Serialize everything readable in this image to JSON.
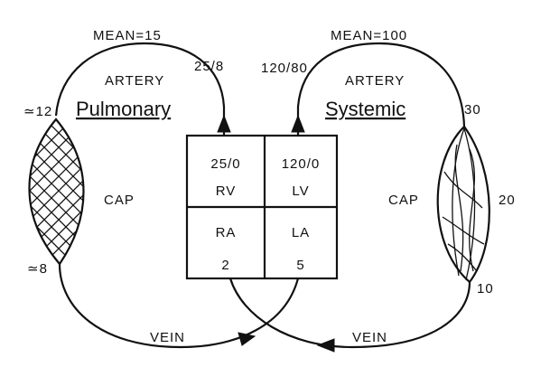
{
  "pulmonary": {
    "mean": "MEAN=15",
    "artery": "ARTERY",
    "name": "Pulmonary",
    "artery_pressure": "25/8",
    "cap_top_pressure": "≃12",
    "cap_label": "CAP",
    "cap_bottom_pressure": "≃8",
    "vein": "VEIN"
  },
  "systemic": {
    "mean": "MEAN=100",
    "artery": "ARTERY",
    "name": "Systemic",
    "artery_pressure": "120/80",
    "cap_top_pressure": "30",
    "cap_label": "CAP",
    "cap_mid_pressure": "20",
    "cap_bottom_pressure": "10",
    "vein": "VEIN"
  },
  "heart": {
    "rv_pressure": "25/0",
    "rv_label": "RV",
    "lv_pressure": "120/0",
    "lv_label": "LV",
    "ra_label": "RA",
    "ra_pressure": "2",
    "la_label": "LA",
    "la_pressure": "5"
  }
}
